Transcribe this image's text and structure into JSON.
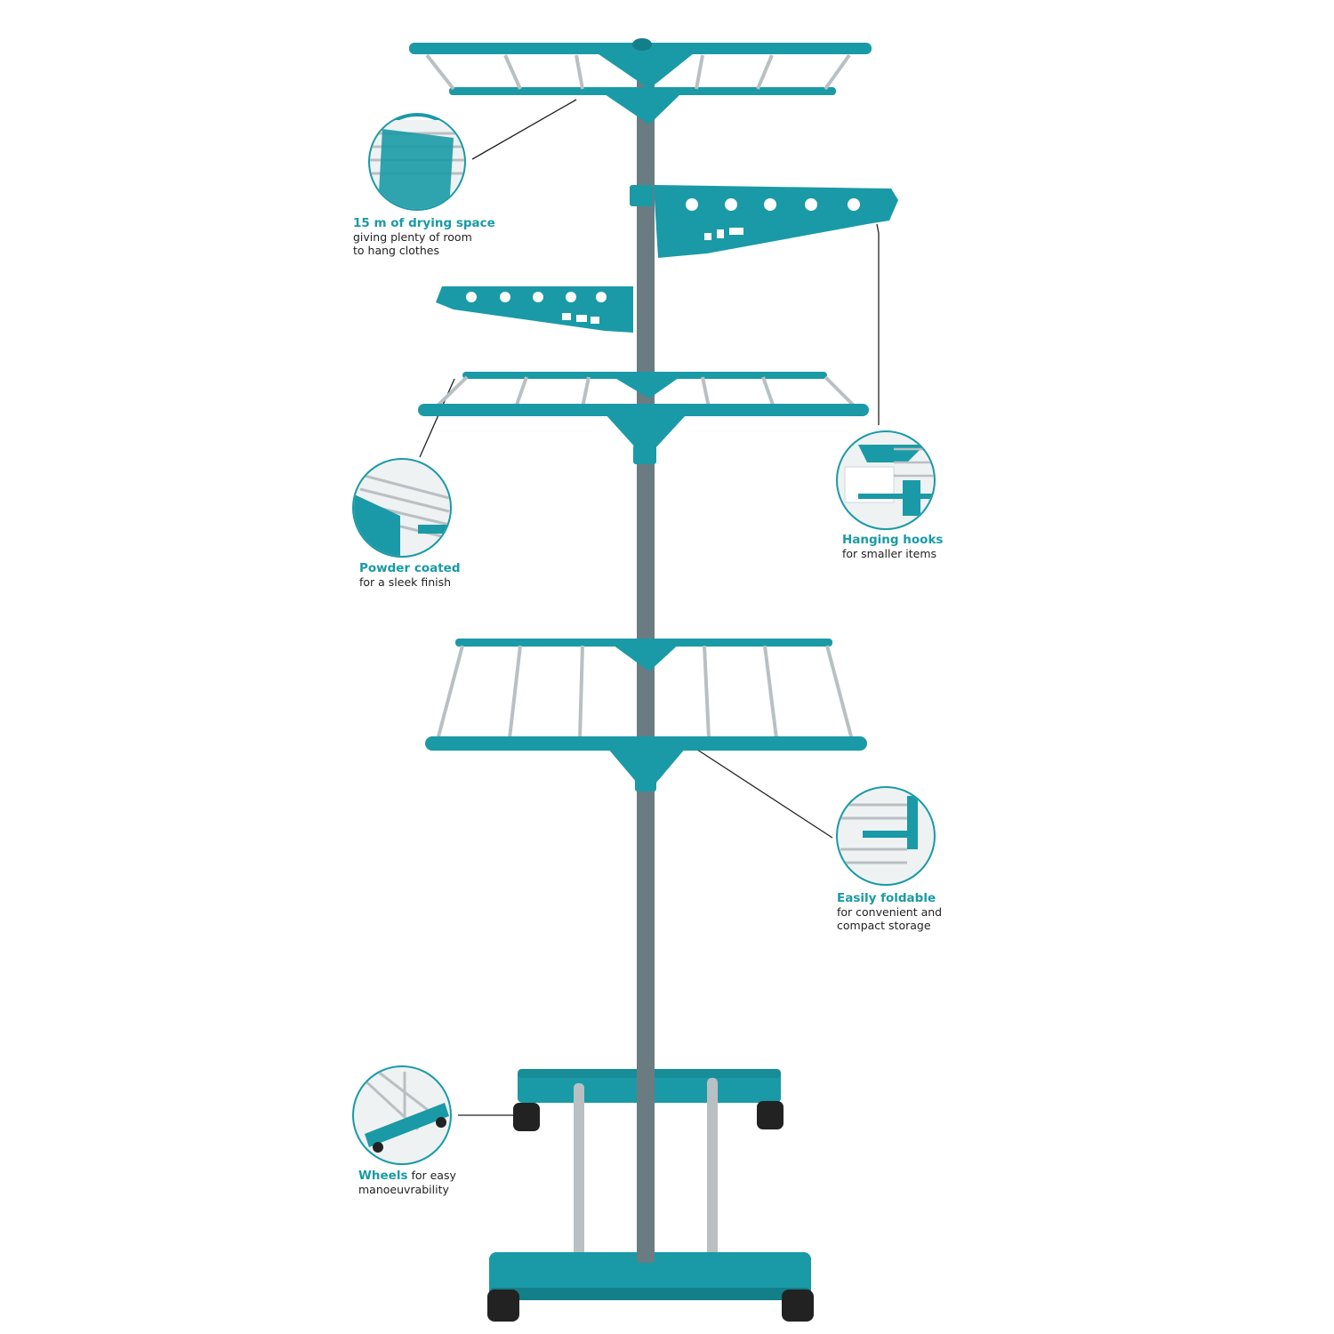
{
  "colors": {
    "accent": "#1a9aa6",
    "accent_dark": "#137f89",
    "pole": "#6a7c82",
    "rail": "#b9c0c3",
    "wheel": "#222222",
    "leader_line": "#222222"
  },
  "callouts": [
    {
      "id": "drying-space",
      "icon": "drying-rail-closeup",
      "title": "15 m of drying space",
      "lines": [
        "giving plenty of room",
        "to hang clothes"
      ]
    },
    {
      "id": "powder-coated",
      "icon": "rail-corner-closeup",
      "title": "Powder coated",
      "lines": [
        "for a sleek finish"
      ]
    },
    {
      "id": "hanging-hooks",
      "icon": "hook-arm-closeup",
      "title": "Hanging hooks",
      "lines": [
        "for smaller items"
      ]
    },
    {
      "id": "easily-foldable",
      "icon": "folded-rack-closeup",
      "title": "Easily foldable",
      "lines": [
        "for convenient and",
        "compact storage"
      ]
    },
    {
      "id": "wheels",
      "icon": "wheel-base-closeup",
      "title": "Wheels",
      "title_suffix": " for easy",
      "lines": [
        "manoeuvrability"
      ]
    }
  ]
}
